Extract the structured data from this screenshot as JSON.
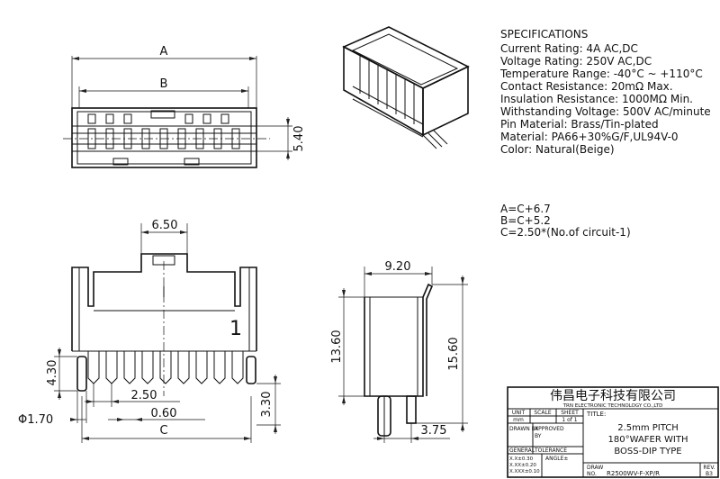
{
  "specs": {
    "heading": "SPECIFICATIONS",
    "lines": [
      "Current Rating: 4A AC,DC",
      "Voltage Rating: 250V AC,DC",
      "Temperature Range: -40°C ~ +110°C",
      "Contact Resistance: 20mΩ Max.",
      "Insulation Resistance: 1000MΩ Min.",
      "Withstanding Voltage: 500V AC/minute",
      "Pin Material: Brass/Tin-plated",
      "Material: PA66+30%G/F,UL94V-0",
      "Color: Natural(Beige)"
    ]
  },
  "formulas": [
    "A=C+6.7",
    "B=C+5.2",
    "C=2.50*(No.of circuit-1)"
  ],
  "dims": {
    "a": "A",
    "b": "B",
    "h540": "5.40",
    "w650": "6.50",
    "w920": "9.20",
    "h1360": "13.60",
    "h1560": "15.60",
    "h430": "4.30",
    "p250": "2.50",
    "d170": "Φ1.70",
    "w060": "0.60",
    "c": "C",
    "h330": "3.30",
    "w375": "3.75",
    "pin1": "1"
  },
  "title_block": {
    "company_cn": "伟昌电子科技有限公司",
    "company_en": "TRN ELECTRONIC TECHNOLOGY CO.,LTD",
    "unit_label": "UNIT",
    "unit_value": "mm",
    "scale_label": "SCALE",
    "sheet_label": "SHEET",
    "sheet_value": "1 of 1",
    "title_label": "TITLE:",
    "drawn_by": "DRAWN BY",
    "approved_by_1": "APPROVED",
    "approved_by_2": "BY",
    "general": "GENERAL",
    "tolerance": "TOLERANCE",
    "tol1": "X.X±0.30",
    "tol2": "X.XX±0.20",
    "tol3": "X.XXX±0.10",
    "angle": "ANGLE±",
    "title_line1": "2.5mm PITCH",
    "title_line2": "180°WAFER WITH",
    "title_line3": "BOSS-DIP TYPE",
    "draw_no_label1": "DRAW",
    "draw_no_label2": "NO.",
    "draw_no": "R2500WV-F-XP/R",
    "rev_label": "REV.",
    "rev_value": "B3"
  }
}
